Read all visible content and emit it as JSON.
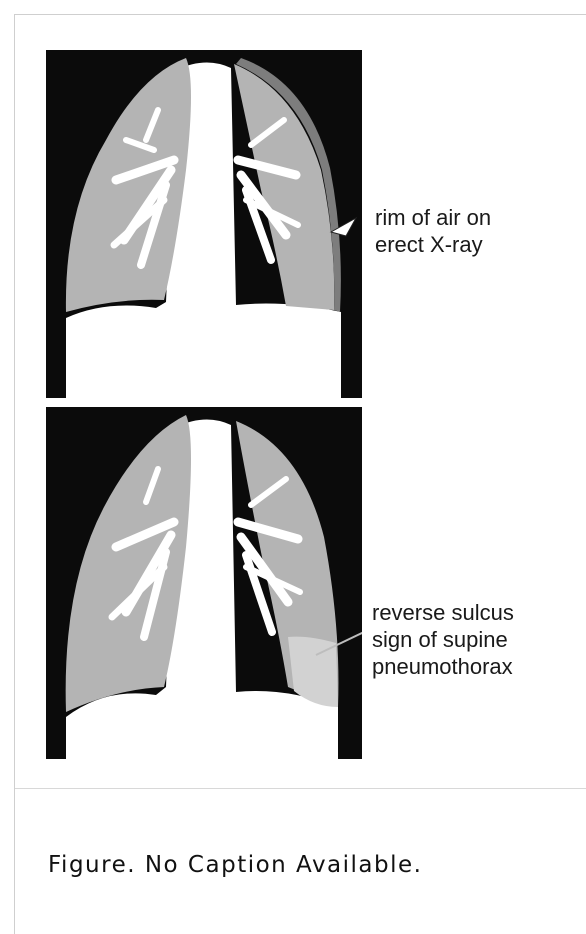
{
  "figure": {
    "labels": {
      "top": "rim of air on\nerect X-ray",
      "bottom": "reverse sulcus\nsign of supine\npneumothorax"
    },
    "caption": "Figure. No Caption Available.",
    "colors": {
      "film": "#0b0b0b",
      "lung": "#b4b4b4",
      "mediastinum": "#ffffff",
      "air_rim": "#7d7d7d",
      "sulcus_air": "#d2d2d2",
      "frame": "#cfcfcf"
    }
  }
}
